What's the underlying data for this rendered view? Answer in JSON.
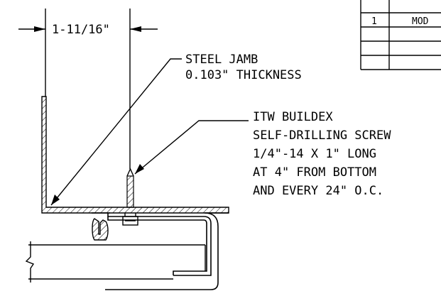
{
  "dimension": {
    "label": "1-11/16\""
  },
  "callouts": {
    "jamb": {
      "line1": "STEEL JAMB",
      "line2": "0.103\" THICKNESS"
    },
    "screw": {
      "line1": "ITW BUILDEX",
      "line2": "SELF-DRILLING SCREW",
      "line3": "1/4\"-14 X 1\" LONG",
      "line4": "AT 4\" FROM BOTTOM",
      "line5": "AND EVERY 24\" O.C."
    }
  },
  "revision_table": {
    "rows": [
      {
        "number": "1",
        "description": "MOD"
      },
      {
        "number": "",
        "description": ""
      },
      {
        "number": "",
        "description": ""
      },
      {
        "number": "",
        "description": ""
      }
    ]
  }
}
